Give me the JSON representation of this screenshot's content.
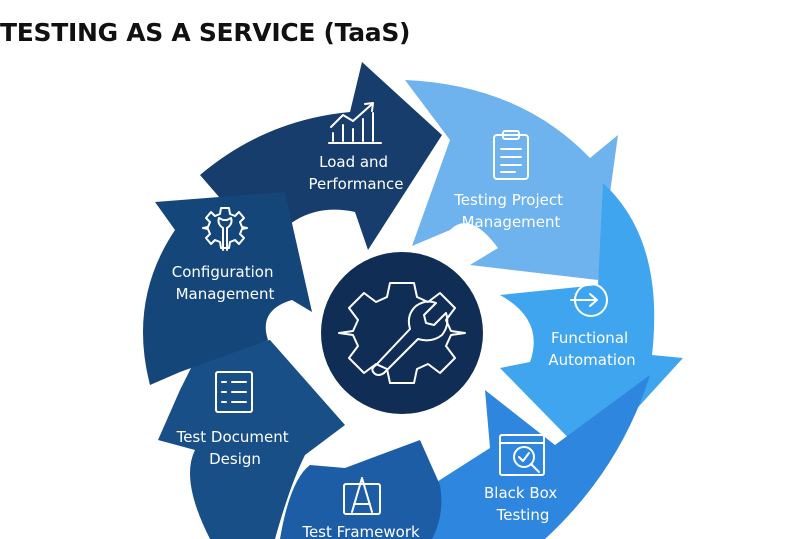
{
  "title": "TESTING AS A SERVICE (TaaS)",
  "colors": {
    "load": "#163d6b",
    "project": "#6fb3ee",
    "functional": "#3fa5ee",
    "blackbox": "#2e86df",
    "framework": "#1d5da6",
    "document": "#174f86",
    "config": "#15467a",
    "hub": "#0f2d55"
  },
  "segments": [
    {
      "id": "load",
      "lines": [
        "Load and",
        "Performance"
      ],
      "icon": "chart-growth-icon"
    },
    {
      "id": "project",
      "lines": [
        "Testing Project",
        "Management"
      ],
      "icon": "clipboard-icon"
    },
    {
      "id": "functional",
      "lines": [
        "Functional",
        "Automation"
      ],
      "icon": "login-arrow-icon"
    },
    {
      "id": "blackbox",
      "lines": [
        "Black Box",
        "Testing"
      ],
      "icon": "browser-search-icon"
    },
    {
      "id": "framework",
      "lines": [
        "Test Framework"
      ],
      "icon": "blueprint-icon"
    },
    {
      "id": "document",
      "lines": [
        "Test Document",
        "Design"
      ],
      "icon": "checklist-icon"
    },
    {
      "id": "config",
      "lines": [
        "Configuration",
        "Management"
      ],
      "icon": "gear-wrench-icon"
    }
  ],
  "hub": {
    "icon": "gear-wrench-icon"
  }
}
